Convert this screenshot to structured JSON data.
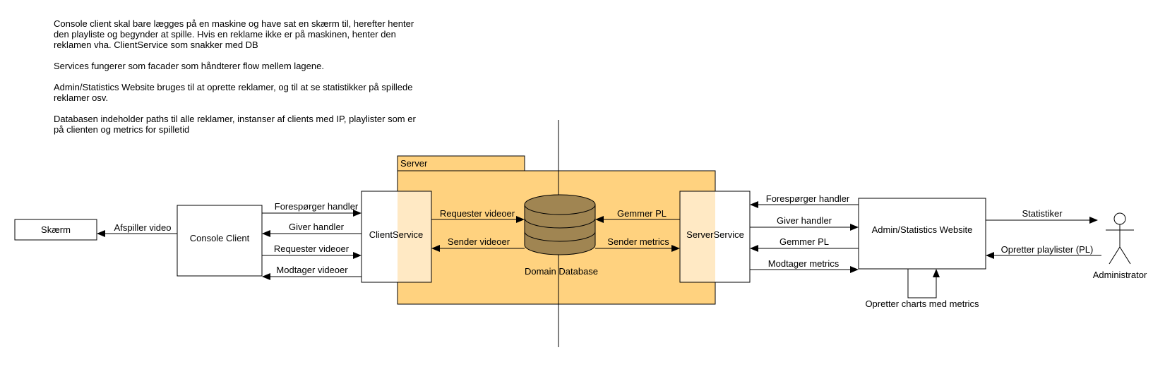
{
  "description": [
    "Console client skal bare lægges på en maskine og have sat en skærm til, herefter henter den playliste og begynder at spille. Hvis en reklame ikke er på maskinen, henter den reklamen vha. ClientService som snakker med DB",
    "Services fungerer som facader som håndterer flow mellem lagene.",
    "Admin/Statistics Website bruges til at oprette reklamer, og til at se statistikker på spillede reklamer osv.",
    "Databasen indeholder paths til alle reklamer, instanser af clients med IP, playlister som er på clienten og metrics for spilletid"
  ],
  "nodes": {
    "skaerm": "Skærm",
    "console_client": "Console Client",
    "server_package": "Server",
    "client_service": "ClientService",
    "database": "Domain Database",
    "server_service": "ServerService",
    "admin_website": "Admin/Statistics Website",
    "administrator": "Administrator"
  },
  "edges": {
    "afspiller_video": "Afspiller video",
    "cc_forespoerger_handler": "Forespørger handler",
    "cc_giver_handler": "Giver handler",
    "cc_requester_videoer": "Requester videoer",
    "cc_modtager_videoer": "Modtager videoer",
    "cs_requester_videoer": "Requester videoer",
    "cs_sender_videoer": "Sender videoer",
    "db_gemmer_pl": "Gemmer PL",
    "db_sender_metrics": "Sender metrics",
    "ss_forespoerger_handler": "Forespørger handler",
    "ss_giver_handler": "Giver handler",
    "ss_gemmer_pl": "Gemmer PL",
    "ss_modtager_metrics": "Modtager metrics",
    "statistiker": "Statistiker",
    "opretter_playlister": "Opretter playlister (PL)",
    "opretter_charts": "Opretter charts med metrics"
  },
  "colors": {
    "server_fill": "#ffd27f",
    "service_overlap_fill": "#ffe9c4",
    "database_fill": "#a08552",
    "stroke": "#000000"
  }
}
